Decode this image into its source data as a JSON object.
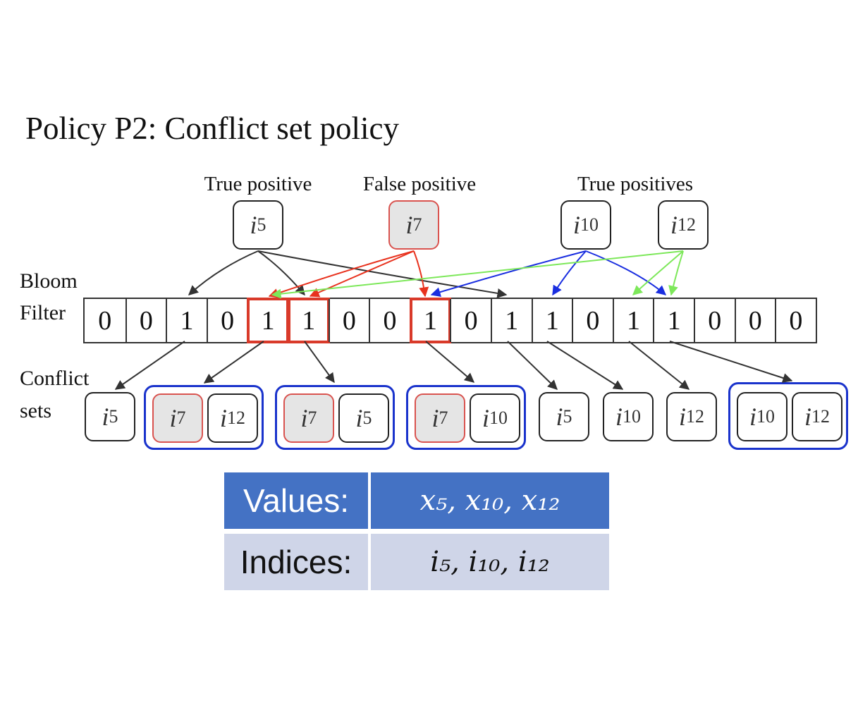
{
  "title": "Policy P2: Conflict set policy",
  "labels": {
    "bloom": "Bloom",
    "filter": "Filter",
    "conflict": "Conflict",
    "sets": "sets"
  },
  "tags": {
    "true_positive": "True positive",
    "false_positive": "False positive",
    "true_positives": "True positives"
  },
  "items": [
    {
      "sym": "i",
      "sub": "5",
      "role": "true positive"
    },
    {
      "sym": "i",
      "sub": "7",
      "role": "false positive"
    },
    {
      "sym": "i",
      "sub": "10",
      "role": "true positive"
    },
    {
      "sym": "i",
      "sub": "12",
      "role": "true positive"
    }
  ],
  "bloom_bits": [
    "0",
    "0",
    "1",
    "0",
    "1",
    "1",
    "0",
    "0",
    "1",
    "0",
    "1",
    "1",
    "0",
    "1",
    "1",
    "0",
    "0",
    "0"
  ],
  "highlighted_bits": [
    4,
    5,
    8
  ],
  "conflict_sets": [
    [
      {
        "sym": "i",
        "sub": "5"
      }
    ],
    [
      {
        "sym": "i",
        "sub": "7",
        "fp": true
      },
      {
        "sym": "i",
        "sub": "12"
      }
    ],
    [
      {
        "sym": "i",
        "sub": "7",
        "fp": true
      },
      {
        "sym": "i",
        "sub": "5"
      }
    ],
    [
      {
        "sym": "i",
        "sub": "7",
        "fp": true
      },
      {
        "sym": "i",
        "sub": "10"
      }
    ],
    [
      {
        "sym": "i",
        "sub": "5"
      }
    ],
    [
      {
        "sym": "i",
        "sub": "10"
      }
    ],
    [
      {
        "sym": "i",
        "sub": "12"
      }
    ],
    [
      {
        "sym": "i",
        "sub": "10"
      },
      {
        "sym": "i",
        "sub": "12"
      }
    ]
  ],
  "table": {
    "values_label": "Values:",
    "values": "x₅, x₁₀, x₁₂",
    "indices_label": "Indices:",
    "indices": "i₅, i₁₀, i₁₂"
  },
  "colors": {
    "false_positive_arrow": "#e8321e",
    "i10_arrow": "#1a2ee0",
    "i12_arrow": "#7de85a",
    "i5_arrow": "#333333",
    "group_border": "#1a33cc",
    "table_header": "#4472c4",
    "table_row": "#cfd5e8"
  }
}
